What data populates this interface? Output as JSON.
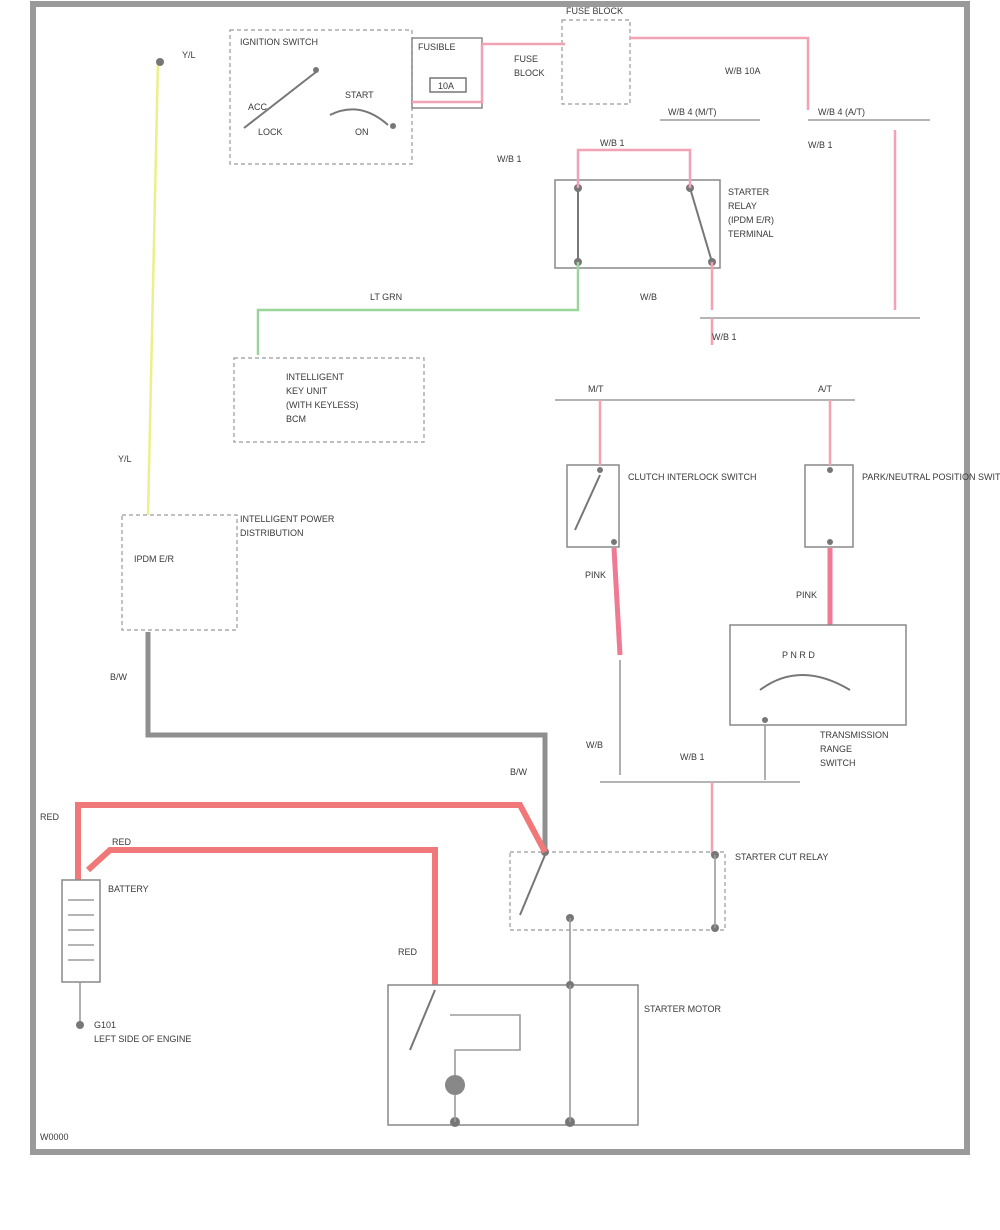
{
  "diagram": {
    "battery_label": "BATTERY",
    "ground_label": "G101",
    "ground_desc": "LEFT SIDE OF ENGINE",
    "starter_label": "STARTER MOTOR",
    "starter_cut_relay": "STARTER CUT RELAY",
    "ipdm_label": "IPDM E/R",
    "bcm_label": "BCM",
    "ignition_switch": "IGNITION SWITCH",
    "clutch_switch": "CLUTCH INTERLOCK SWITCH",
    "park_neutral_switch": "PARK/NEUTRAL POSITION SWITCH",
    "fuse_block": "FUSE BLOCK",
    "fuse": "10A",
    "page_id": "W0000"
  }
}
